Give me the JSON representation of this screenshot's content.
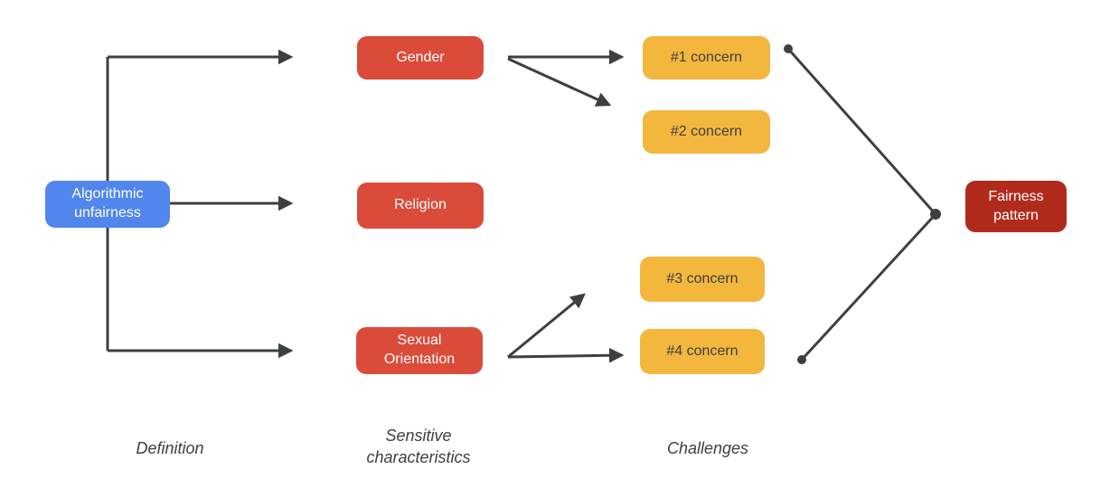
{
  "diagram": {
    "nodes": {
      "definition": {
        "label": "Algorithmic unfairness"
      },
      "gender": {
        "label": "Gender"
      },
      "religion": {
        "label": "Religion"
      },
      "sexual_orientation": {
        "label": "Sexual Orientation"
      },
      "concern1": {
        "label": "#1 concern"
      },
      "concern2": {
        "label": "#2 concern"
      },
      "concern3": {
        "label": "#3 concern"
      },
      "concern4": {
        "label": "#4 concern"
      },
      "pattern": {
        "label": "Fairness pattern"
      }
    },
    "column_labels": {
      "definition": "Definition",
      "characteristics": "Sensitive characteristics",
      "challenges": "Challenges"
    },
    "edges": [
      {
        "from": "definition",
        "to": "gender",
        "type": "arrow"
      },
      {
        "from": "definition",
        "to": "religion",
        "type": "arrow"
      },
      {
        "from": "definition",
        "to": "sexual_orientation",
        "type": "arrow"
      },
      {
        "from": "gender",
        "to": "concern1",
        "type": "arrow"
      },
      {
        "from": "gender",
        "to": "concern2",
        "type": "arrow"
      },
      {
        "from": "sexual_orientation",
        "to": "concern3",
        "type": "arrow"
      },
      {
        "from": "sexual_orientation",
        "to": "concern4",
        "type": "arrow"
      },
      {
        "from": "concern1",
        "to": "pattern",
        "type": "line-with-dots"
      },
      {
        "from": "concern4",
        "to": "pattern",
        "type": "line-with-dots"
      }
    ]
  },
  "colors": {
    "definition-fill": "#5186EC",
    "characteristic-fill": "#DB4B3A",
    "concern-fill": "#F3B73E",
    "pattern-fill": "#B12B1C",
    "line": "#3C4043",
    "node-text": "#FFFFFF",
    "concern-text": "#3C4043",
    "label-text": "#3C4043",
    "canvas-bg": "#FFFFFF"
  }
}
